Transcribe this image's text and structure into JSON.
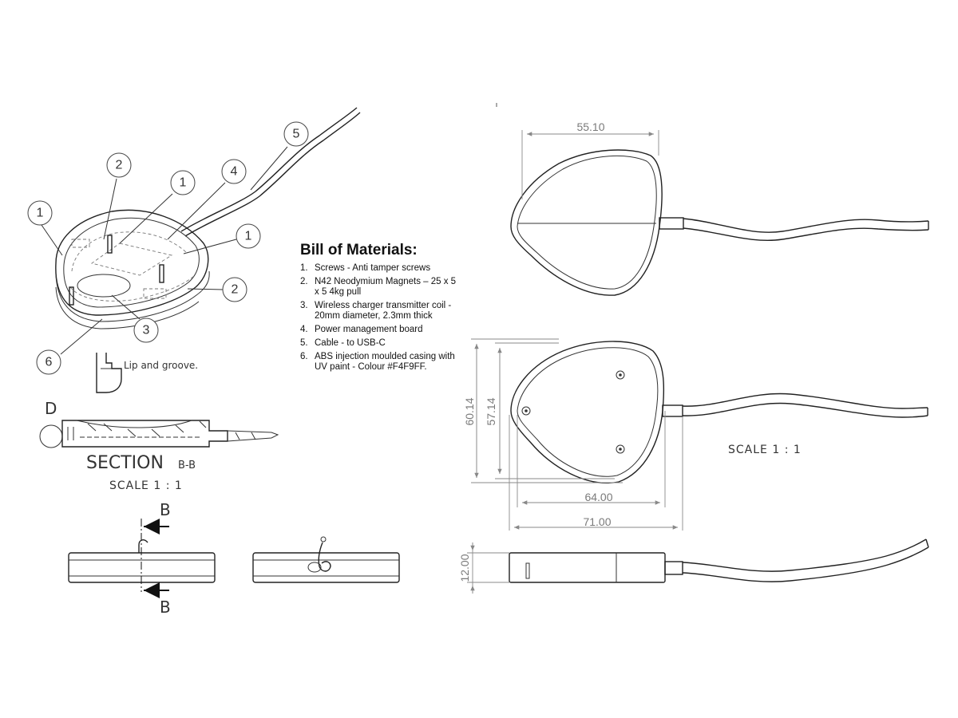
{
  "bom": {
    "title": "Bill of Materials:",
    "items": [
      {
        "num": "1.",
        "text": "Screws - Anti tamper screws"
      },
      {
        "num": "2.",
        "text": "N42 Neodymium Magnets – 25 x 5 x 5 4kg pull"
      },
      {
        "num": "3.",
        "text": "Wireless charger transmitter coil - 20mm diameter, 2.3mm thick"
      },
      {
        "num": "4.",
        "text": "Power management board"
      },
      {
        "num": "5.",
        "text": "Cable - to USB-C"
      },
      {
        "num": "6.",
        "text": "ABS injection moulded casing with UV paint - Colour #F4F9FF."
      }
    ]
  },
  "balloons": [
    "1",
    "2",
    "1",
    "4",
    "5",
    "1",
    "2",
    "3",
    "6"
  ],
  "detail_note": "Lip and groove.",
  "section": {
    "detail_letter": "D",
    "title": "SECTION",
    "id": "B-B",
    "scale": "SCALE 1 : 1",
    "cut_label_top": "B",
    "cut_label_bottom": "B"
  },
  "dimensions": {
    "top_width": "55.10",
    "outer_height": "60.14",
    "inner_height": "57.14",
    "inner_width": "64.00",
    "outer_width": "71.00",
    "thickness": "12.00"
  },
  "right_scale": "SCALE 1 : 1"
}
